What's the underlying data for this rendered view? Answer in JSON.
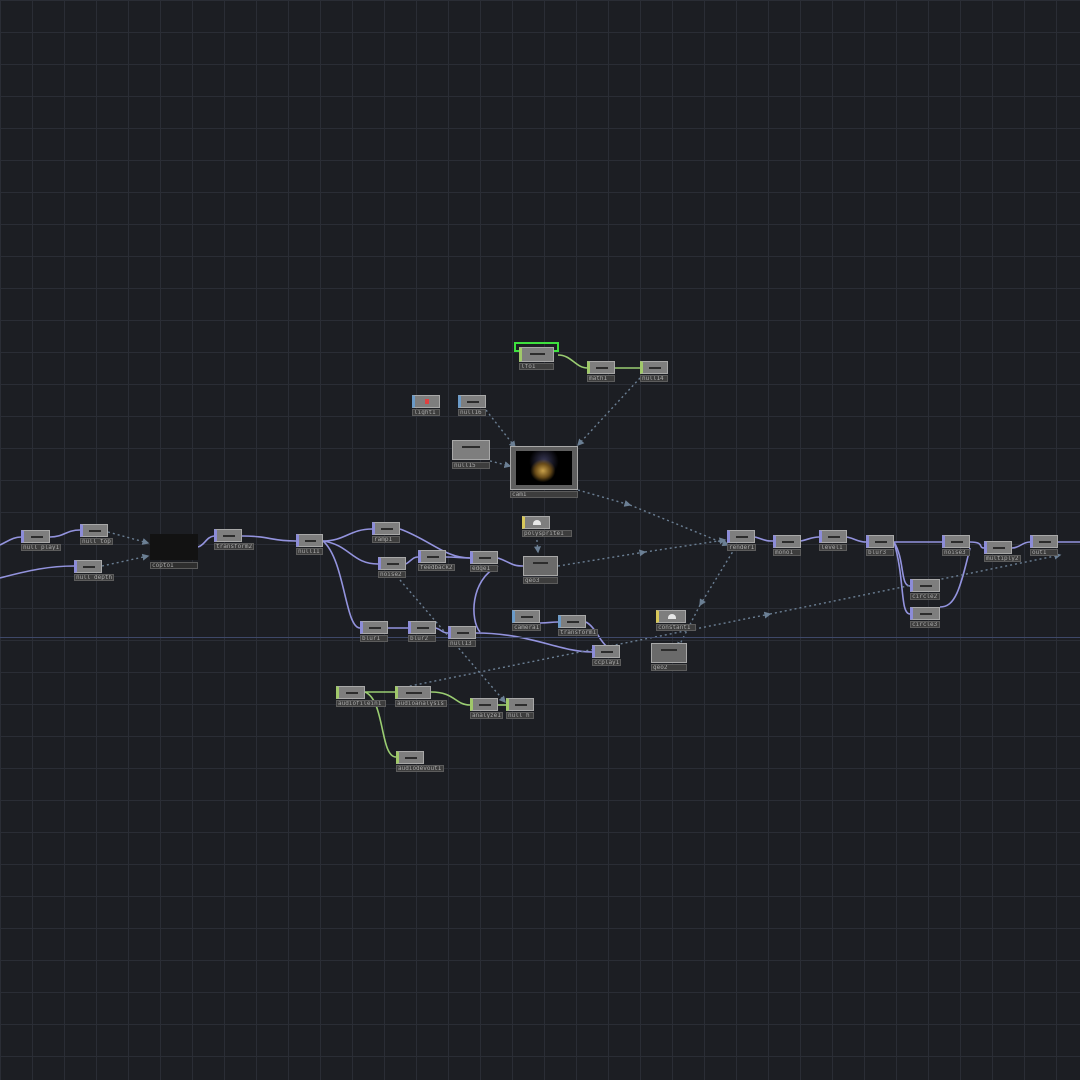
{
  "colors": {
    "background": "#1c1e23",
    "grid": "#2a2d35",
    "wire_top": "#a8a8ff",
    "wire_chop": "#a8e07a",
    "wire_ref": "#6b7f94",
    "selection": "#3ee13e"
  },
  "nodes": [
    {
      "id": "null_play1",
      "label": "null_play1",
      "kind": "top"
    },
    {
      "id": "null_top",
      "label": "null_top",
      "kind": "top"
    },
    {
      "id": "null_depth",
      "label": "null_depth",
      "kind": "top"
    },
    {
      "id": "copto1",
      "label": "copto1",
      "kind": "black"
    },
    {
      "id": "transform2",
      "label": "transform2",
      "kind": "top"
    },
    {
      "id": "null11",
      "label": "null11",
      "kind": "top"
    },
    {
      "id": "ramp1",
      "label": "ramp1",
      "kind": "top"
    },
    {
      "id": "noise2",
      "label": "noise2",
      "kind": "top"
    },
    {
      "id": "feedback2",
      "label": "feedback2",
      "kind": "top"
    },
    {
      "id": "edge1",
      "label": "edge1",
      "kind": "top"
    },
    {
      "id": "geo3",
      "label": "geo3",
      "kind": "big-dark"
    },
    {
      "id": "polysprite1",
      "label": "polysprite1",
      "kind": "flag-yellow"
    },
    {
      "id": "blur1",
      "label": "blur1",
      "kind": "top"
    },
    {
      "id": "blur2",
      "label": "blur2",
      "kind": "top"
    },
    {
      "id": "null13",
      "label": "null13",
      "kind": "top"
    },
    {
      "id": "camera1",
      "label": "camera1",
      "kind": "sop"
    },
    {
      "id": "transform1",
      "label": "transform1",
      "kind": "sop"
    },
    {
      "id": "ccplay1",
      "label": "ccplay1",
      "kind": "top"
    },
    {
      "id": "geo2",
      "label": "geo2",
      "kind": "big-dark"
    },
    {
      "id": "constant1",
      "label": "constant1",
      "kind": "flag-yellow"
    },
    {
      "id": "light1",
      "label": "light1",
      "kind": "flag-red"
    },
    {
      "id": "null16",
      "label": "null16",
      "kind": "top"
    },
    {
      "id": "null15",
      "label": "null15",
      "kind": "top"
    },
    {
      "id": "cam1",
      "label": "cam1",
      "kind": "render"
    },
    {
      "id": "lfo1",
      "label": "lfo1",
      "kind": "chop",
      "selected": true
    },
    {
      "id": "math1",
      "label": "math1",
      "kind": "chop"
    },
    {
      "id": "null14",
      "label": "null14",
      "kind": "chop"
    },
    {
      "id": "render1",
      "label": "render1",
      "kind": "top"
    },
    {
      "id": "mono1",
      "label": "mono1",
      "kind": "top"
    },
    {
      "id": "level1",
      "label": "level1",
      "kind": "top"
    },
    {
      "id": "blur3",
      "label": "blur3",
      "kind": "top"
    },
    {
      "id": "circle2",
      "label": "circle2",
      "kind": "top"
    },
    {
      "id": "circle3",
      "label": "circle3",
      "kind": "top"
    },
    {
      "id": "noise3",
      "label": "noise3",
      "kind": "top"
    },
    {
      "id": "multiply2",
      "label": "multiply2",
      "kind": "top"
    },
    {
      "id": "out1",
      "label": "out1",
      "kind": "top"
    },
    {
      "id": "audiofilein1",
      "label": "audiofilein1",
      "kind": "chop"
    },
    {
      "id": "audioanalysis",
      "label": "audioanalysis",
      "kind": "chop"
    },
    {
      "id": "analyze1",
      "label": "analyze1",
      "kind": "chop"
    },
    {
      "id": "null_h",
      "label": "null_h",
      "kind": "chop"
    },
    {
      "id": "audiodevout1",
      "label": "audiodevout1",
      "kind": "chop"
    }
  ]
}
